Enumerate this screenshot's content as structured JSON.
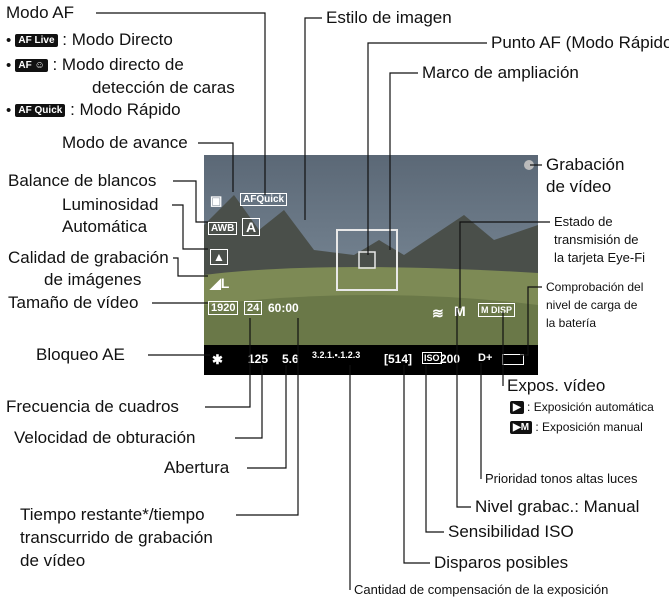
{
  "modo_af": {
    "title": "Modo AF",
    "items": [
      {
        "badge": "AF Live",
        "text": ": Modo Directo"
      },
      {
        "badge": "AF ☺",
        "text": ": Modo directo de",
        "text2": "detección de caras"
      },
      {
        "badge": "AF Quick",
        "text": ": Modo Rápido"
      }
    ]
  },
  "left_labels": {
    "modo_avance": "Modo de avance",
    "balance": "Balance de blancos",
    "luminosidad_1": "Luminosidad",
    "luminosidad_2": "Automática",
    "calidad_1": "Calidad de grabación",
    "calidad_2": "de imágenes",
    "tamano_video": "Tamaño de vídeo",
    "bloqueo_ae": "Bloqueo AE",
    "frecuencia": "Frecuencia de cuadros",
    "velocidad": "Velocidad de obturación",
    "abertura": "Abertura",
    "tiempo_1": "Tiempo restante*/tiempo",
    "tiempo_2": "transcurrido de grabación",
    "tiempo_3": "de vídeo"
  },
  "top_labels": {
    "estilo": "Estilo de imagen",
    "punto_af": "Punto AF (Modo Rápido)",
    "marco": "Marco de ampliación"
  },
  "right_labels": {
    "grabacion_1": "Grabación",
    "grabacion_2": "de vídeo",
    "eyefi_1": "Estado de",
    "eyefi_2": "transmisión de",
    "eyefi_3": "la tarjeta Eye-Fi",
    "bateria_1": "Comprobación del",
    "bateria_2": "nivel de carga de",
    "bateria_3": "la batería",
    "expos": "Expos. vídeo",
    "expos_auto_badge": "▶",
    "expos_auto": ": Exposición automática",
    "expos_manual_badge": "▶M",
    "expos_manual": ": Exposición manual",
    "prioridad": "Prioridad tonos altas luces",
    "nivel": "Nivel grabac.: Manual",
    "iso": "Sensibilidad ISO",
    "disparos": "Disparos posibles",
    "compensacion": "Cantidad de compensación de la exposición"
  },
  "screen": {
    "drive": "▣",
    "af_quick": "AFQuick",
    "awb": "AWB",
    "style": "A",
    "quality": "◢L",
    "size": "1920",
    "fps": "24",
    "time": "60:00",
    "ae_lock": "✱",
    "shutter": "125",
    "aperture": "5.6",
    "scale": "3.2.1.▪.1.2.3",
    "shots": "[514]",
    "iso_badge": "ISO",
    "iso_val": "200",
    "htp": "D+",
    "eyefi": "≋",
    "mic": "M",
    "disp": "M DISP"
  },
  "colors": {
    "sky_top": "#5b6876",
    "sky_bottom": "#8a9aa8",
    "mountain": "#4a4f4a",
    "meadow": "#7d8a55",
    "ground": "#2a2e22"
  }
}
